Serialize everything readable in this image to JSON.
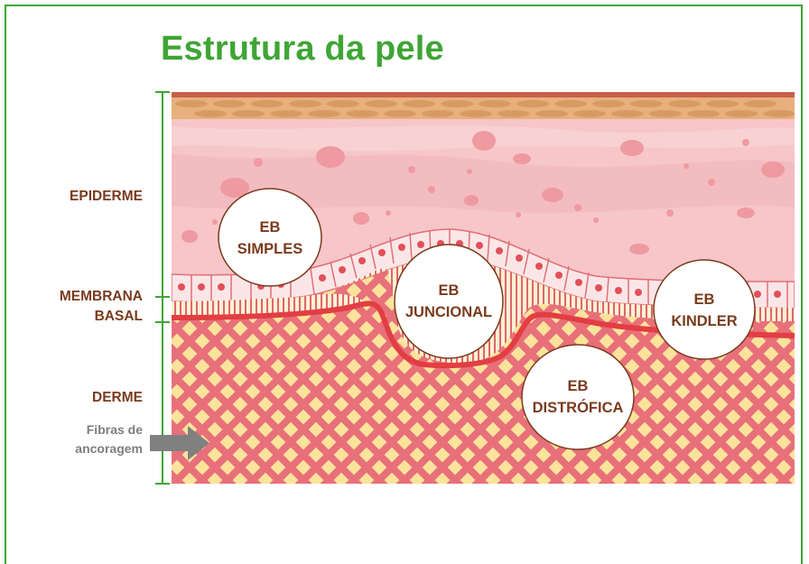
{
  "title": "Estrutura da pele",
  "labels": {
    "epiderme": "EPIDERME",
    "membrana_line1": "MEMBRANA",
    "membrana_line2": "BASAL",
    "derme": "DERME",
    "fibras_line1": "Fibras de",
    "fibras_line2": "ancoragem"
  },
  "bubbles": [
    {
      "line1": "EB",
      "line2": "SIMPLES"
    },
    {
      "line1": "EB",
      "line2": "JUNCIONAL"
    },
    {
      "line1": "EB",
      "line2": "KINDLER"
    },
    {
      "line1": "EB",
      "line2": "DISTRÓFICA"
    }
  ],
  "colors": {
    "accent_green": "#3fa535",
    "label_brown": "#7a3b1d",
    "dermis_yellow": "#fbe39b",
    "fiber_red": "#e8707a",
    "epidermis_pink": "#f6c6c9",
    "membrane_red": "#e23e44"
  }
}
